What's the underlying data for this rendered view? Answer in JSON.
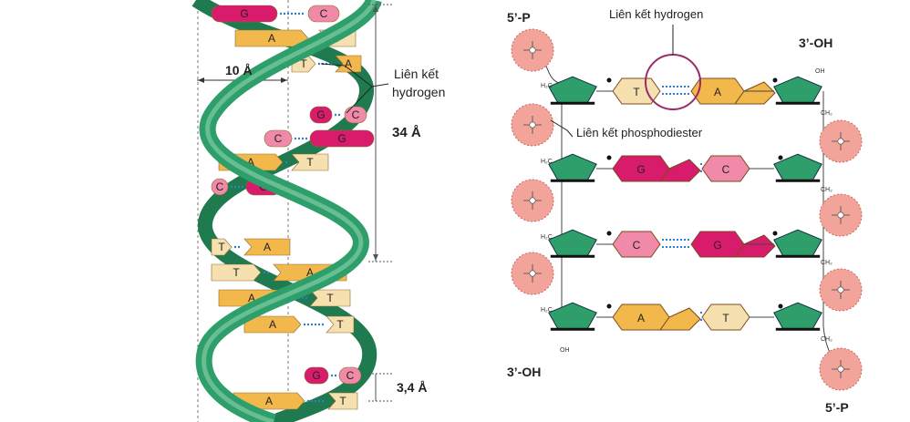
{
  "helix": {
    "dimension_width": "10 Å",
    "dimension_turn": "34 Å",
    "dimension_step": "3,4 Å",
    "hbond_label_line1": "Liên kết",
    "hbond_label_line2": "hydrogen",
    "pairs": [
      {
        "left": "G",
        "right": "C"
      },
      {
        "left": "A",
        "right": "T"
      },
      {
        "left": "T",
        "right": "A"
      },
      {
        "left": "G",
        "right": "C"
      },
      {
        "left": "C",
        "right": "G"
      },
      {
        "left": "A",
        "right": "T"
      },
      {
        "left": "C",
        "right": "G"
      },
      {
        "left": "T",
        "right": "A"
      },
      {
        "left": "T",
        "right": "A"
      },
      {
        "left": "A",
        "right": "T"
      },
      {
        "left": "A",
        "right": "T"
      },
      {
        "left": "G",
        "right": "C"
      },
      {
        "left": "A",
        "right": "T"
      }
    ]
  },
  "ladder": {
    "top_left_end": "5’-P",
    "top_right_end": "3’-OH",
    "bottom_left_end": "3’-OH",
    "bottom_right_end": "5’-P",
    "hbond_label": "Liên kết hydrogen",
    "phosphodiester_label": "Liên kết phosphodiester",
    "rungs": [
      {
        "left": "T",
        "right": "A"
      },
      {
        "left": "G",
        "right": "C"
      },
      {
        "left": "C",
        "right": "G"
      },
      {
        "left": "A",
        "right": "T"
      }
    ]
  },
  "colors": {
    "backbone_green": "#2e9e6b",
    "backbone_green_dark": "#1f7a50",
    "base_A": "#f3b84c",
    "base_T": "#f6e0b0",
    "base_G": "#d81b6a",
    "base_C": "#f08aa8",
    "phosphate": "#f2a39a",
    "hbond": "#2d7fd0"
  }
}
